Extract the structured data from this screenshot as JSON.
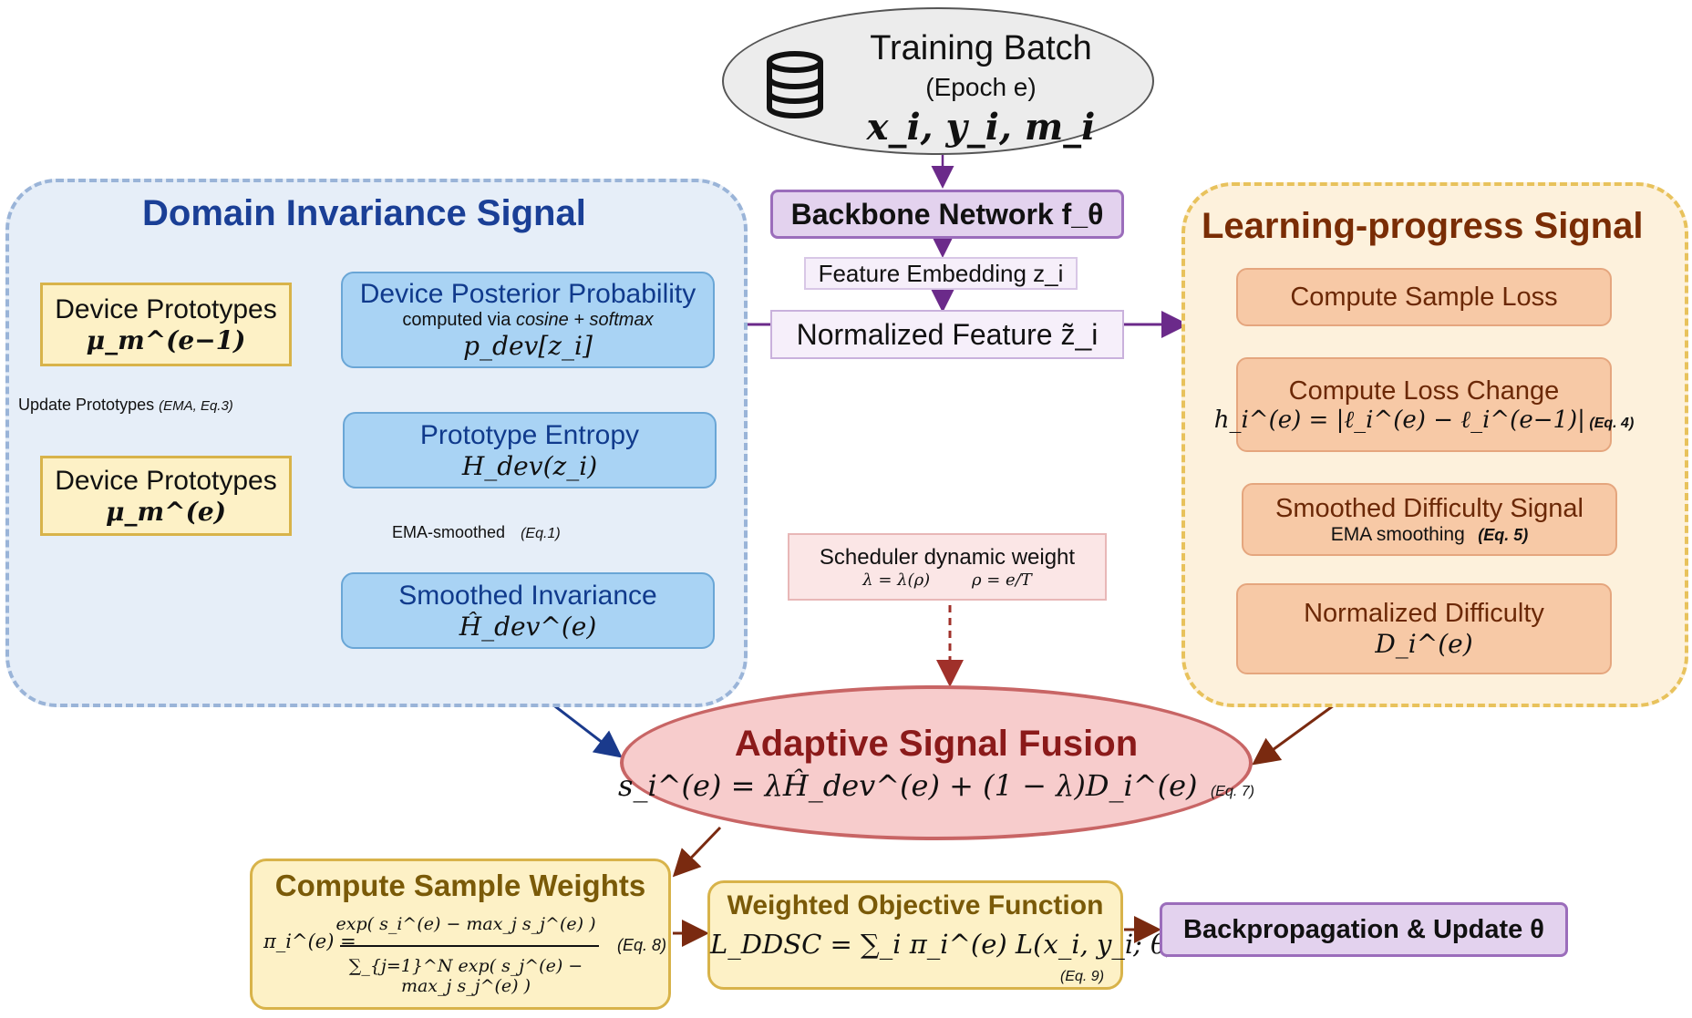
{
  "top": {
    "title": "Training Batch",
    "subtitle": "(Epoch e)",
    "vars": "x_i, y_i, m_i",
    "icon": "database-icon"
  },
  "center": {
    "backbone": "Backbone Network f_θ",
    "feature": "Feature Embedding z_i",
    "normalized": "Normalized Feature z̃_i",
    "scheduler_title": "Scheduler dynamic weight",
    "scheduler_eq": "λ = λ(ρ)        ρ = e/T"
  },
  "domain": {
    "title": "Domain Invariance Signal",
    "proto1_label": "Device Prototypes",
    "proto1_eq": "μ_m^(e−1)",
    "update_label": "Update Prototypes",
    "update_ref": "(EMA, Eq.3)",
    "proto2_label": "Device Prototypes",
    "proto2_eq": "μ_m^(e)",
    "posterior_title": "Device Posterior Probability",
    "posterior_sub_pre": "computed via ",
    "posterior_sub_em": "cosine + softmax",
    "posterior_eq": "p_dev[z_i]",
    "entropy_title": "Prototype Entropy",
    "entropy_eq": "H_dev(z_i)",
    "ema_label": "EMA-smoothed",
    "ema_ref": "(Eq.1)",
    "smoothed_title": "Smoothed Invariance",
    "smoothed_eq": "Ĥ_dev^(e)"
  },
  "learning": {
    "title": "Learning-progress Signal",
    "loss": "Compute Sample Loss",
    "change_title": "Compute Loss Change",
    "change_eq": "h_i^(e) = |ℓ_i^(e) − ℓ_i^(e−1)|",
    "change_ref": "(Eq. 4)",
    "difficulty_title": "Smoothed Difficulty Signal",
    "difficulty_sub": "EMA smoothing",
    "difficulty_ref": "(Eq. 5)",
    "normalized_title": "Normalized Difficulty",
    "normalized_eq": "D_i^(e)"
  },
  "fusion": {
    "title": "Adaptive Signal Fusion",
    "eq": "s_i^(e) = λĤ_dev^(e) + (1 − λ)D_i^(e)",
    "ref": "(Eq. 7)"
  },
  "bottom": {
    "weights_title": "Compute Sample Weights",
    "weights_eq_lhs": "π_i^(e) =",
    "weights_eq_num": "exp( s_i^(e) − max_j s_j^(e) )",
    "weights_eq_den": "∑_{j=1}^N exp( s_j^(e) − max_j s_j^(e) )",
    "weights_ref": "(Eq. 8)",
    "objective_title": "Weighted Objective Function",
    "objective_eq": "L_DDSC = ∑_i π_i^(e) L(x_i, y_i; θ)",
    "objective_ref": "(Eq. 9)",
    "backprop": "Backpropagation & Update θ"
  },
  "colors": {
    "blue_arrow": "#1a3a8c",
    "purple_arrow": "#6b2a8a",
    "brown_arrow": "#7a2a10",
    "dashed_red": "#a0302a"
  }
}
